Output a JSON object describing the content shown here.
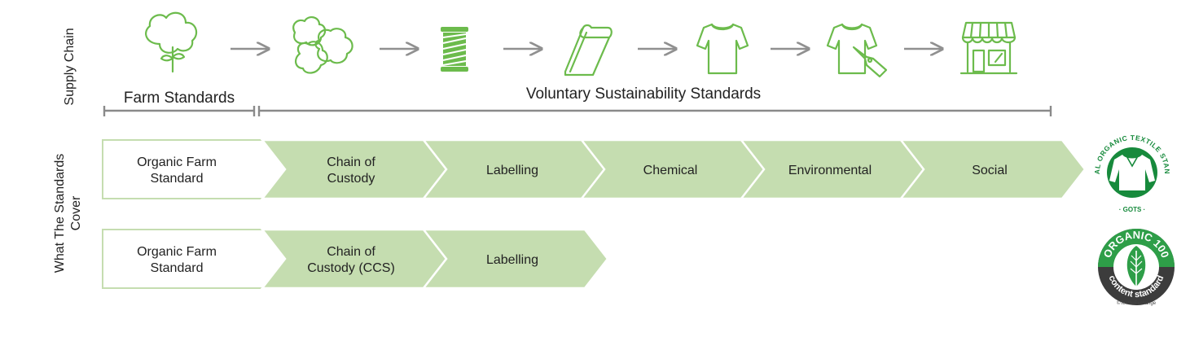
{
  "side_labels": {
    "supply_chain": "Supply Chain",
    "coverage_line1": "What The Standards",
    "coverage_line2": "Cover"
  },
  "headers": {
    "farm": "Farm Standards",
    "voluntary": "Voluntary Sustainability Standards"
  },
  "supply_chain_stages": [
    "cotton-plant-icon",
    "cotton-bolls-icon",
    "yarn-spool-icon",
    "fabric-roll-icon",
    "tshirt-icon",
    "tshirt-tag-icon",
    "storefront-icon"
  ],
  "row1": {
    "steps": [
      {
        "line1": "Organic Farm",
        "line2": "Standard",
        "type": "farm"
      },
      {
        "line1": "Chain of",
        "line2": "Custody",
        "type": "vss"
      },
      {
        "line1": "Labelling",
        "line2": "",
        "type": "vss"
      },
      {
        "line1": "Chemical",
        "line2": "",
        "type": "vss"
      },
      {
        "line1": "Environmental",
        "line2": "",
        "type": "vss"
      },
      {
        "line1": "Social",
        "line2": "",
        "type": "vss"
      }
    ]
  },
  "row2": {
    "steps": [
      {
        "line1": "Organic Farm",
        "line2": "Standard",
        "type": "farm"
      },
      {
        "line1": "Chain of",
        "line2": "Custody (CCS)",
        "type": "vss"
      },
      {
        "line1": "Labelling",
        "line2": "",
        "type": "vss"
      }
    ]
  },
  "logos": {
    "gots": {
      "ring_text": "GLOBAL ORGANIC TEXTILE STANDARD",
      "abbr": "· GOTS ·",
      "color": "#178a3c"
    },
    "ocs": {
      "top_text": "ORGANIC 100",
      "bottom_text": "content standard",
      "credit": "©TextileExchange",
      "green": "#2e9e48",
      "dark": "#3c3c3c"
    }
  },
  "colors": {
    "chevron_fill": "#c5ddb0",
    "farm_fill": "#ffffff",
    "farm_stroke": "#c5ddb0",
    "arrow": "#909090",
    "bracket": "#8a8a8a",
    "icon_green": "#6cbb4c"
  }
}
